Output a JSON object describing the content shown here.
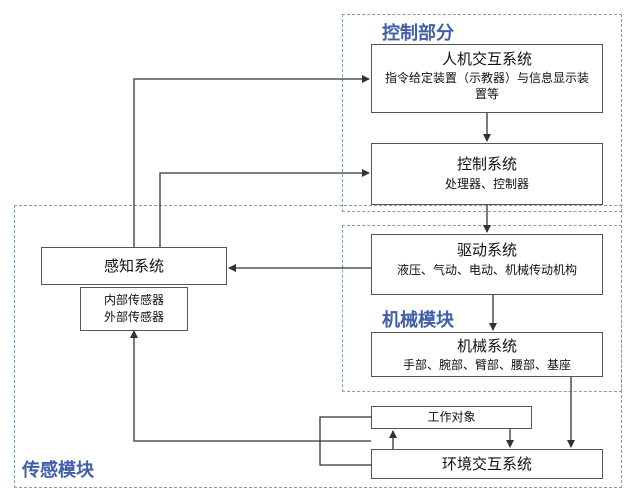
{
  "regions": {
    "control": "控制部分",
    "mechanical": "机械模块",
    "sensing": "传感模块"
  },
  "boxes": {
    "hmi": {
      "title": "人机交互系统",
      "subtitle": "指令给定装置（示教器）与信息显示装置等"
    },
    "control_system": {
      "title": "控制系统",
      "subtitle": "处理器、控制器"
    },
    "drive": {
      "title": "驱动系统",
      "subtitle": "液压、气动、电动、机械传动机构"
    },
    "mechanical": {
      "title": "机械系统",
      "subtitle": "手部、腕部、臂部、腰部、基座"
    },
    "perception": {
      "title": "感知系统"
    },
    "sensors": {
      "line1": "内部传感器",
      "line2": "外部传感器"
    },
    "work_object": {
      "title": "工作对象"
    },
    "environment": {
      "title": "环境交互系统"
    }
  }
}
